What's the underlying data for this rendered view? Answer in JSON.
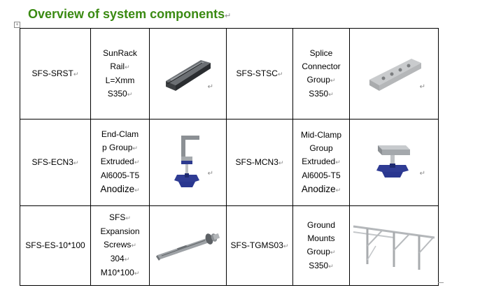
{
  "title": "Overview of system components",
  "para_mark": "↵",
  "anchor_glyph": "+",
  "rows": [
    {
      "code1": "SFS-SRST",
      "desc1": [
        "SunRack",
        "Rail",
        "L=Xmm",
        "S350"
      ],
      "image1": "aluminum-rail-icon",
      "code2": "SFS-STSC",
      "desc2": [
        "Splice",
        "Connector",
        "Group",
        "S350"
      ],
      "image2": "splice-connector-icon"
    },
    {
      "code1": "SFS-ECN3",
      "desc1": [
        "End-Clam",
        "p Group",
        "Extruded",
        "Al6005-T5",
        "Anodize"
      ],
      "image1": "end-clamp-icon",
      "code2": "SFS-MCN3",
      "desc2": [
        "Mid-Clamp",
        "Group",
        "Extruded",
        "Al6005-T5",
        "Anodize"
      ],
      "image2": "mid-clamp-icon"
    },
    {
      "code1": "SFS-ES-10*100",
      "desc1": [
        "SFS",
        "Expansion",
        "Screws",
        "304",
        "M10*100"
      ],
      "image1": "expansion-screw-icon",
      "code2": "SFS-TGMS03",
      "desc2": [
        "Ground",
        "Mounts",
        "Group",
        "S350"
      ],
      "image2": "ground-mount-frame-icon"
    }
  ],
  "colors": {
    "title": "#3a8a12",
    "marks": "#8a8a8a"
  }
}
